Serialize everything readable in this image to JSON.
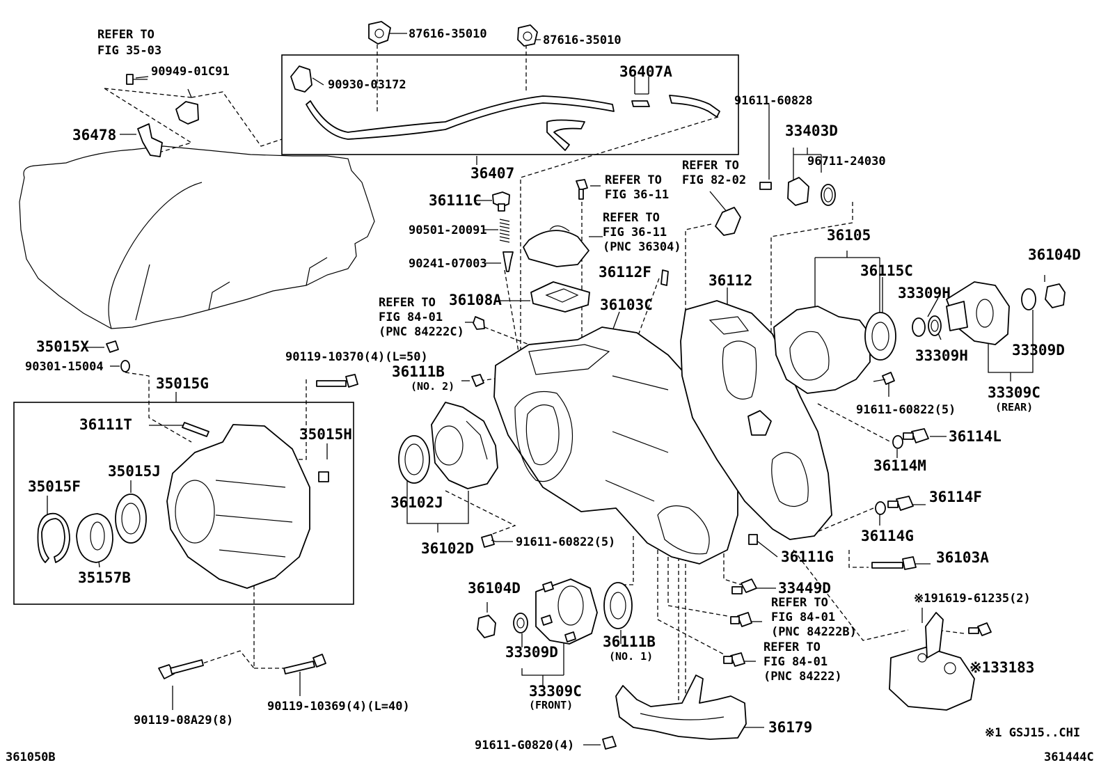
{
  "labels": {
    "ref_35_03_a": "REFER TO",
    "ref_35_03_b": "FIG 35-03",
    "p_90949": "90949-01C91",
    "p_36478": "36478",
    "p_87616_a": "87616-35010",
    "p_87616_b": "87616-35010",
    "p_90930": "90930-03172",
    "p_36407A": "36407A",
    "p_36407": "36407",
    "p_91611_60828": "91611-60828",
    "p_33403D": "33403D",
    "p_96711": "96711-24030",
    "ref_82_02_a": "REFER TO",
    "ref_82_02_b": "FIG 82-02",
    "p_36111C": "36111C",
    "ref_36_11_a": "REFER TO",
    "ref_36_11_b": "FIG 36-11",
    "p_90501": "90501-20091",
    "ref_36_11_c": "REFER TO",
    "ref_36_11_d": "FIG 36-11",
    "ref_36_11_e": "(PNC 36304)",
    "p_90241": "90241-07003",
    "p_36112F": "36112F",
    "p_36105": "36105",
    "p_36104D_r": "36104D",
    "p_36115C": "36115C",
    "p_33309H_a": "33309H",
    "p_36112": "36112",
    "p_36108A": "36108A",
    "p_36103C": "36103C",
    "ref_84_01_a": "REFER TO",
    "ref_84_01_b": "FIG 84-01",
    "ref_84_01_c": "(PNC 84222C)",
    "p_33309H_b": "33309H",
    "p_33309D_r": "33309D",
    "p_35015X": "35015X",
    "p_90301": "90301-15004",
    "p_90119_10370": "90119-10370(4)(L=50)",
    "p_36111B_a": "36111B",
    "p_36111B_a_sub": "(NO. 2)",
    "p_35015G": "35015G",
    "p_91611_60822_a": "91611-60822(5)",
    "p_33309C_r": "33309C",
    "p_33309C_r_sub": "(REAR)",
    "p_36111T": "36111T",
    "p_35015H": "35015H",
    "p_36114L": "36114L",
    "p_36114M": "36114M",
    "p_35015J": "35015J",
    "p_35015F": "35015F",
    "p_36102J": "36102J",
    "p_36114F": "36114F",
    "p_36114G": "36114G",
    "p_36103A": "36103A",
    "p_36102D": "36102D",
    "p_91611_60822_b": "91611-60822(5)",
    "p_35157B": "35157B",
    "p_36111G": "36111G",
    "p_33449D": "33449D",
    "p_36104D_f": "36104D",
    "ref_84222B_a": "REFER TO",
    "ref_84222B_b": "FIG 84-01",
    "ref_84222B_c": "(PNC 84222B)",
    "p_91619": "※191619-61235(2)",
    "p_33309D_f": "33309D",
    "p_36111B_b": "36111B",
    "p_36111B_b_sub": "(NO. 1)",
    "ref_84222_a": "REFER TO",
    "ref_84222_b": "FIG 84-01",
    "ref_84222_c": "(PNC 84222)",
    "p_133183": "※133183",
    "p_33309C_f": "33309C",
    "p_33309C_f_sub": "(FRONT)",
    "p_90119_08A29": "90119-08A29(8)",
    "p_90119_10369": "90119-10369(4)(L=40)",
    "p_36179": "36179",
    "p_91611_G0820": "91611-G0820(4)",
    "note_gsj": "※1 GSJ15..CHI",
    "fig_left": "361050B",
    "fig_right": "361444C"
  }
}
